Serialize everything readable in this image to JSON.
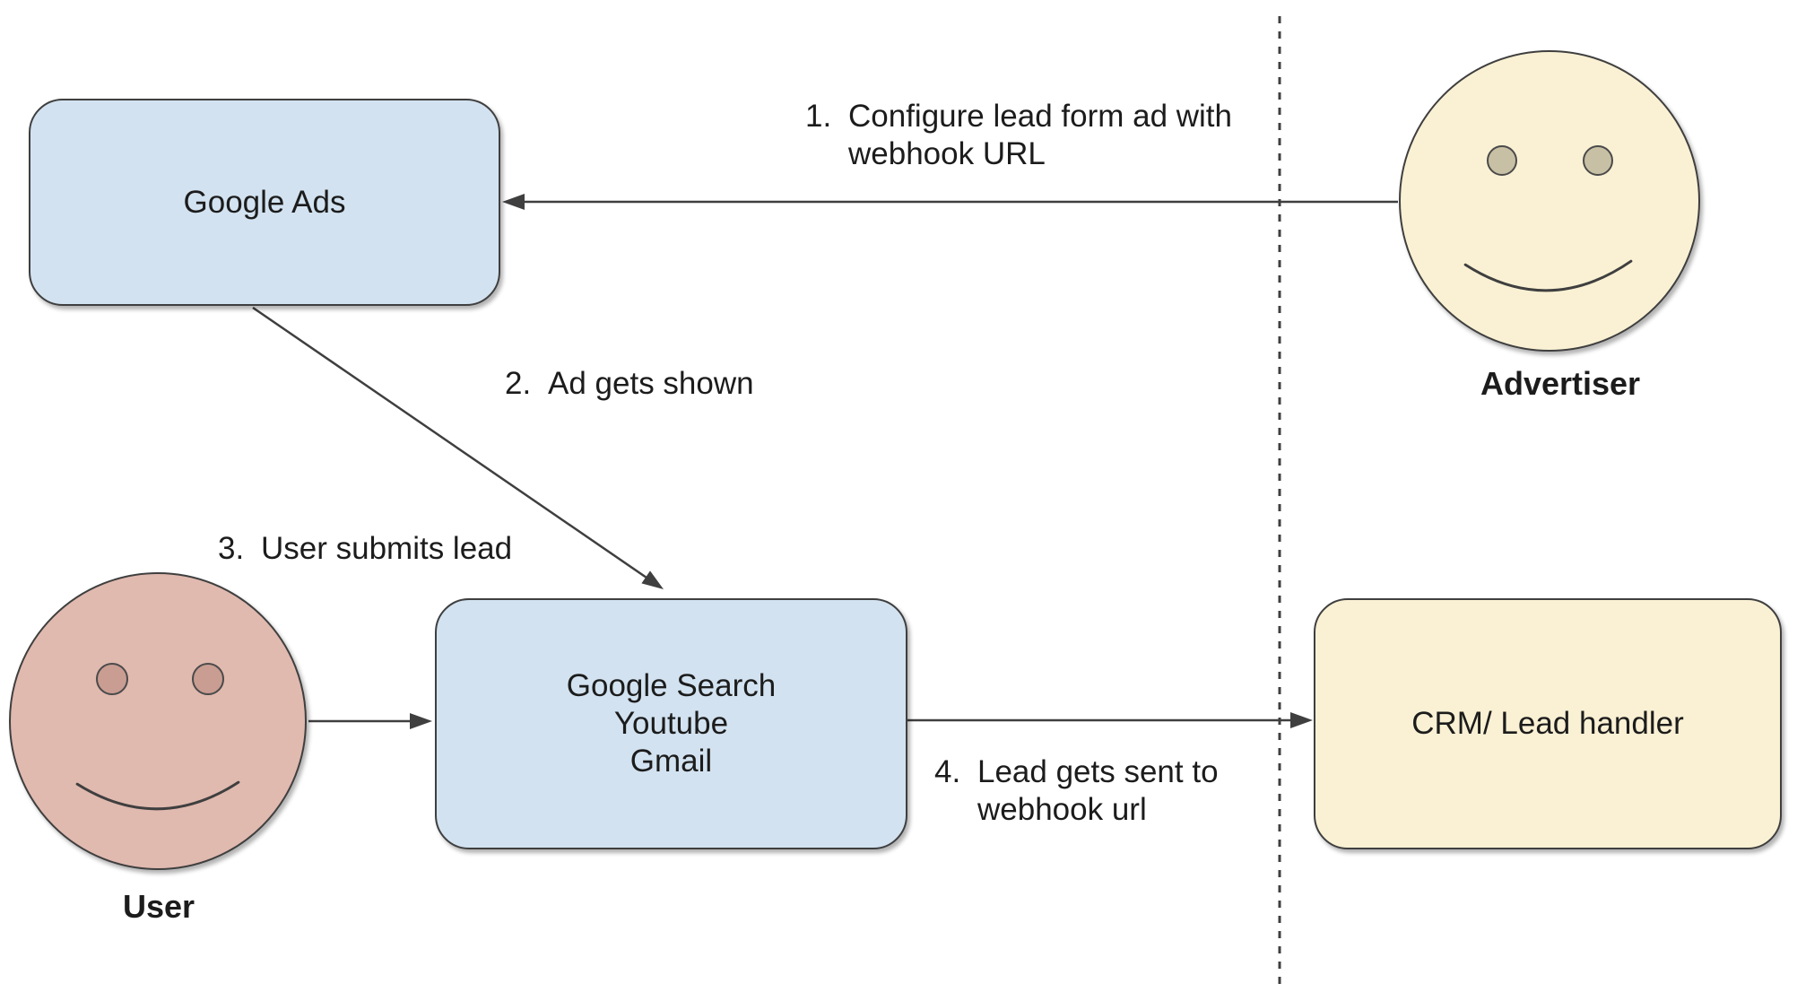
{
  "diagram": {
    "background_color": "#ffffff",
    "stroke_color": "#3f3f3f",
    "text_color": "#1c1c1c",
    "nodes": [
      {
        "id": "google-ads",
        "type": "box",
        "label": "Google Ads",
        "fill": "#d2e2f0"
      },
      {
        "id": "google-properties",
        "type": "box",
        "label_lines": [
          "Google Search",
          "Youtube",
          "Gmail"
        ],
        "fill": "#d2e2f0"
      },
      {
        "id": "crm",
        "type": "box",
        "label": "CRM/ Lead handler",
        "fill": "#faf1d4"
      },
      {
        "id": "advertiser",
        "type": "actor-face",
        "label": "Advertiser",
        "fill": "#faf1d4",
        "eye_fill": "#c8c0a5"
      },
      {
        "id": "user",
        "type": "actor-face",
        "label": "User",
        "fill": "#e0b9af",
        "eye_fill": "#c99d92"
      }
    ],
    "edges": [
      {
        "step": "1.",
        "label_lines": [
          "Configure lead form ad with",
          "webhook URL"
        ],
        "from": "advertiser",
        "to": "google-ads"
      },
      {
        "step": "2.",
        "label_lines": [
          "Ad gets shown"
        ],
        "from": "google-ads",
        "to": "google-properties"
      },
      {
        "step": "3.",
        "label_lines": [
          "User submits lead"
        ],
        "from": "user",
        "to": "google-properties"
      },
      {
        "step": "4.",
        "label_lines": [
          "Lead gets sent to",
          "webhook url"
        ],
        "from": "google-properties",
        "to": "crm"
      }
    ],
    "separator": {
      "type": "dashed-vertical-line"
    }
  }
}
